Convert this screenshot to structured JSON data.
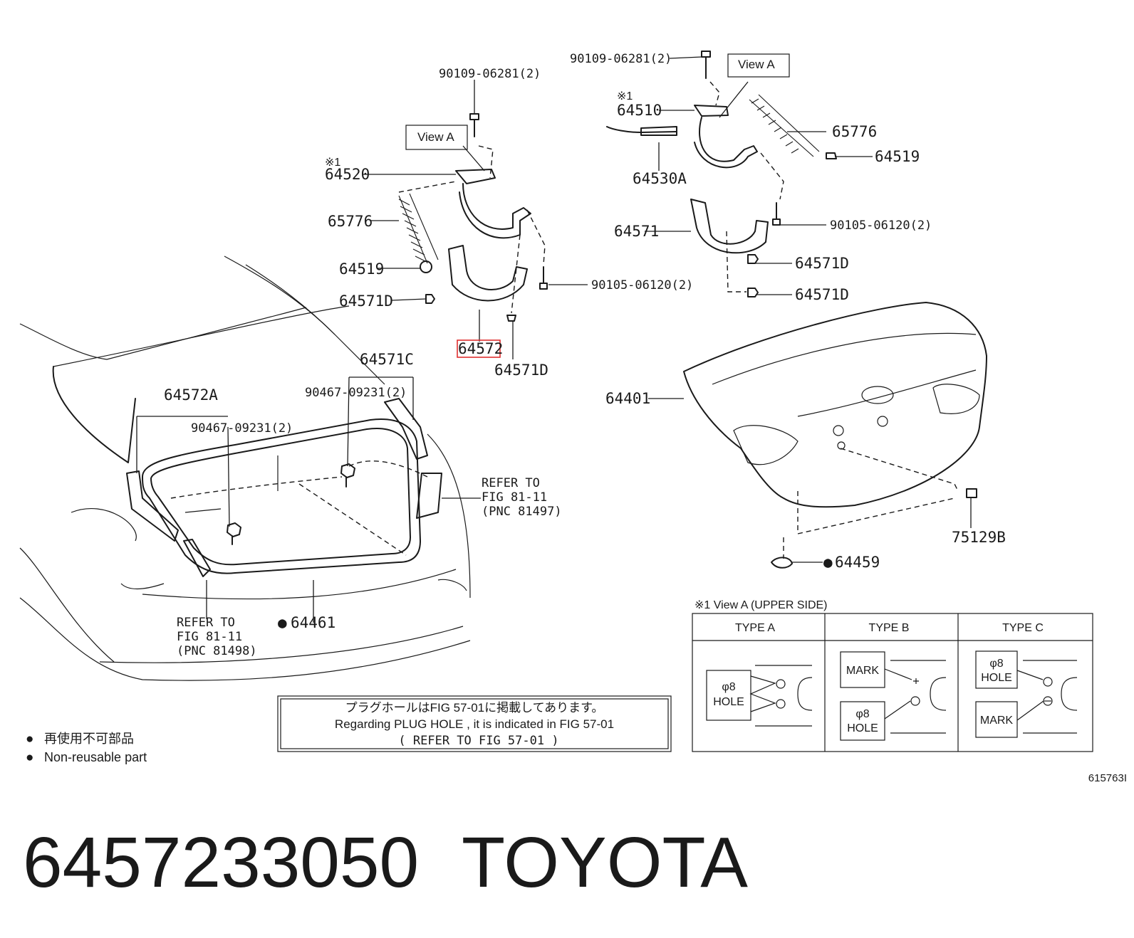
{
  "parts": {
    "bolt_90109_left": "90109-06281(2)",
    "bolt_90109_right": "90109-06281(2)",
    "view_a_left": "View A",
    "view_a_right": "View A",
    "note_mark_left": "※1",
    "note_mark_right": "※1",
    "hinge_left": "64520",
    "hinge_right": "64510",
    "spring_left": "65776",
    "spring_right": "65776",
    "bumper_left": "64519",
    "bumper_right": "64519",
    "clip_left_1": "64571D",
    "clip_left_2": "64571D",
    "clip_right_1": "64571D",
    "clip_right_2": "64571D",
    "cover_left": "64572",
    "cover_right": "64571",
    "bolt_90105_left": "90105-06120(2)",
    "bolt_90105_right": "90105-06120(2)",
    "rod": "64530A",
    "lid": "64401",
    "plug": "75129B",
    "cushion": "64459",
    "weatherstrip": "64461",
    "trim_left": "64572A",
    "trim_right": "64571C",
    "clip_90467_left": "90467-09231(2)",
    "clip_90467_right": "90467-09231(2)"
  },
  "refs": {
    "right": [
      "REFER TO",
      "FIG 81-11",
      "(PNC 81497)"
    ],
    "left": [
      "REFER TO",
      "FIG 81-11",
      "(PNC 81498)"
    ]
  },
  "notice": {
    "line_ja": "プラグホールはFIG 57-01に掲載してあります。",
    "line_en": "Regarding  PLUG HOLE , it is indicated in FIG 57-01",
    "line_ref": "(   REFER TO FIG 57-01   )"
  },
  "legend": {
    "symbol": "●",
    "ja": "再使用不可部品",
    "en": "Non-reusable part"
  },
  "view_table": {
    "title": "※1 View A (UPPER SIDE)",
    "type_a": "TYPE A",
    "type_b": "TYPE B",
    "type_c": "TYPE C",
    "phi": "φ8",
    "hole": "HOLE",
    "mark": "MARK"
  },
  "figure_id": "615763I",
  "footer": {
    "part_number": "6457233050",
    "brand": "TOYOTA"
  },
  "highlight_color": "#e03030"
}
